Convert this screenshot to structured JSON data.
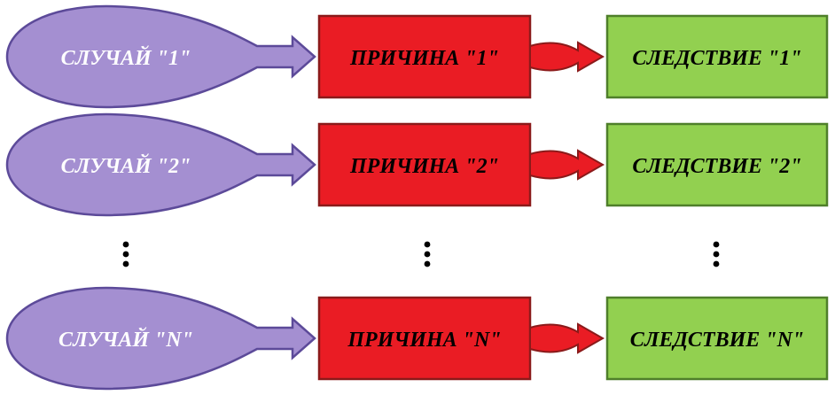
{
  "rows": [
    {
      "case": "СЛУЧАЙ \"1\"",
      "cause": "ПРИЧИНА \"1\"",
      "effect": "СЛЕДСТВИЕ \"1\""
    },
    {
      "case": "СЛУЧАЙ \"2\"",
      "cause": "ПРИЧИНА \"2\"",
      "effect": "СЛЕДСТВИЕ \"2\""
    },
    {
      "case": "СЛУЧАЙ \"N\"",
      "cause": "ПРИЧИНА \"N\"",
      "effect": "СЛЕДСТВИЕ \"N\""
    }
  ],
  "ellipsis": "⋮",
  "colors": {
    "case_fill": "#a48fd1",
    "case_stroke": "#5c4a99",
    "cause_fill": "#ea1c24",
    "cause_stroke": "#8b1a1a",
    "effect_fill": "#92d050",
    "effect_stroke": "#4f7f2a",
    "case_text": "#ffffff",
    "box_text": "#000000"
  }
}
